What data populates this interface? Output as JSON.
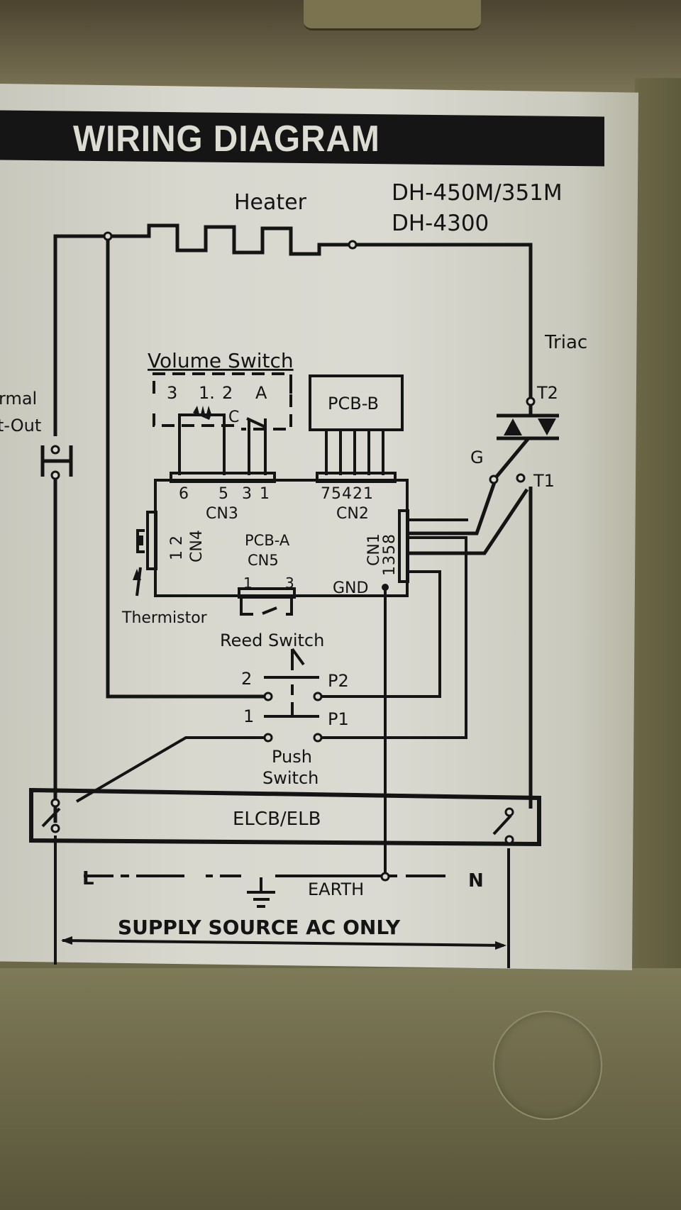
{
  "title": "WIRING DIAGRAM",
  "models": [
    "DH-450M/351M",
    "DH-4300"
  ],
  "components": {
    "heater": "Heater",
    "triac": "Triac",
    "triac_terminals": {
      "t2": "T2",
      "t1": "T1",
      "gate": "G"
    },
    "thermal_cutout": [
      "rmal",
      "t-Out"
    ],
    "volume_switch": {
      "label": "Volume Switch",
      "pins": [
        "3",
        "1.",
        "2",
        "A",
        "C"
      ]
    },
    "pcb_b": "PCB-B",
    "pcb_a": {
      "label": "PCB-A",
      "cn3": {
        "label": "CN3",
        "pins": [
          "6",
          "5",
          "3",
          "1"
        ]
      },
      "cn2": {
        "label": "CN2",
        "pins": "75421"
      },
      "cn4": {
        "label": "CN4",
        "pins": "1 2"
      },
      "cn5": {
        "label": "CN5",
        "pins": [
          "1",
          "3"
        ]
      },
      "cn1": {
        "label": "CN1",
        "pins": "1358"
      },
      "gnd": "GND"
    },
    "thermistor": "Thermistor",
    "reed_switch": "Reed Switch",
    "push_switch": {
      "label_line1": "Push",
      "label_line2": "Switch",
      "left_pins": [
        "2",
        "1"
      ],
      "right_pins": [
        "P2",
        "P1"
      ]
    },
    "breaker": "ELCB/ELB",
    "line": "L",
    "neutral": "N",
    "earth": "EARTH",
    "supply": "SUPPLY SOURCE AC ONLY"
  },
  "colors": {
    "ink": "#141414",
    "paper": "#d8d8cf",
    "banner": "#151515",
    "banner_text": "#dddcd3",
    "casing": "#6b6747"
  }
}
